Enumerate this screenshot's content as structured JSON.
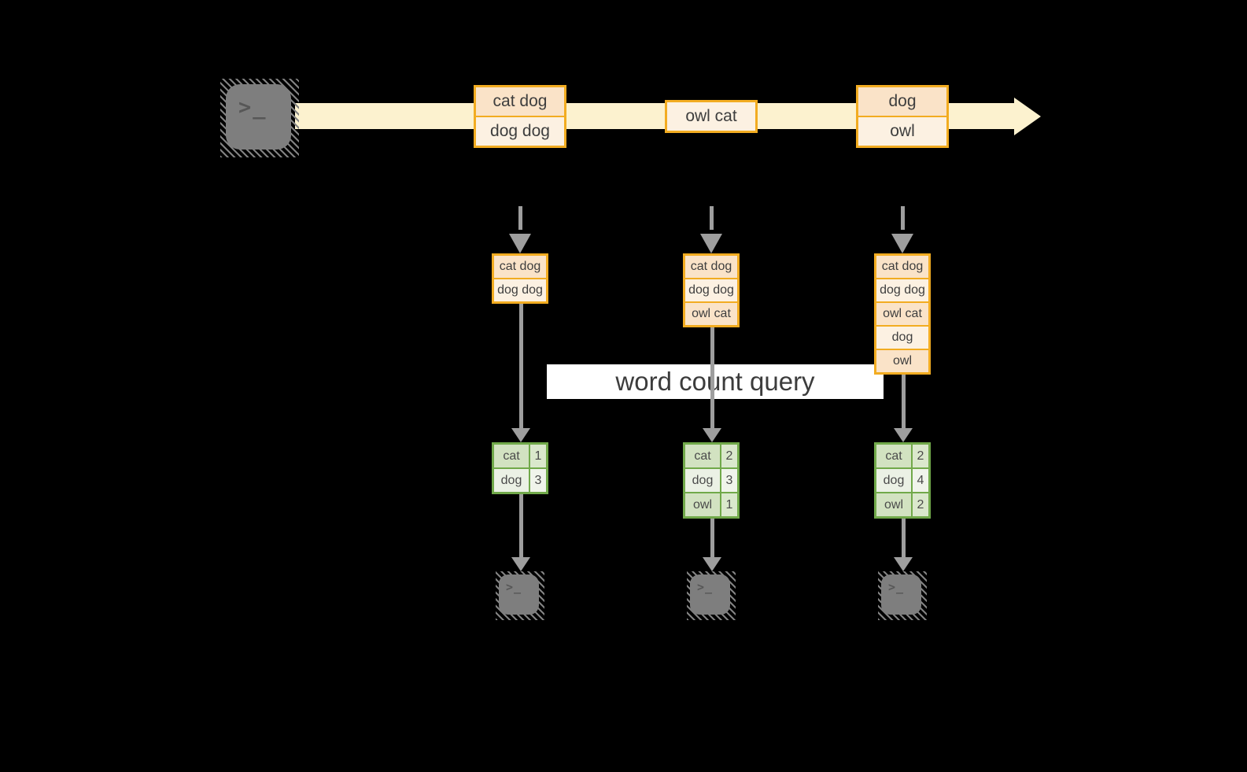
{
  "title_label": "word count query",
  "terminal_prompt": ">_",
  "stream": {
    "batches": [
      {
        "lines": [
          "cat dog",
          "dog dog"
        ]
      },
      {
        "lines": [
          "owl cat"
        ]
      },
      {
        "lines": [
          "dog",
          "owl"
        ]
      }
    ]
  },
  "micro_batches": [
    {
      "accumulated": [
        "cat dog",
        "dog dog"
      ],
      "counts": [
        [
          "cat",
          "1"
        ],
        [
          "dog",
          "3"
        ]
      ]
    },
    {
      "accumulated": [
        "cat dog",
        "dog dog",
        "owl cat"
      ],
      "counts": [
        [
          "cat",
          "2"
        ],
        [
          "dog",
          "3"
        ],
        [
          "owl",
          "1"
        ]
      ]
    },
    {
      "accumulated": [
        "cat dog",
        "dog dog",
        "owl cat",
        "dog",
        "owl"
      ],
      "counts": [
        [
          "cat",
          "2"
        ],
        [
          "dog",
          "4"
        ],
        [
          "owl",
          "2"
        ]
      ]
    }
  ],
  "colors": {
    "background": "#000000",
    "stream_band": "#FCF2CF",
    "box_border": "#F2AC21",
    "box_fill_dark": "#FAE3C8",
    "box_fill_light": "#FCF1E2",
    "table_border": "#71A94A",
    "table_fill_dark": "#D2E2C1",
    "table_fill_light": "#EBF1E5",
    "arrow_gray": "#9E9E9E",
    "terminal_gray": "#7E7E7E",
    "label_bg": "#FFFFFF",
    "text": "#3E3E3E"
  }
}
